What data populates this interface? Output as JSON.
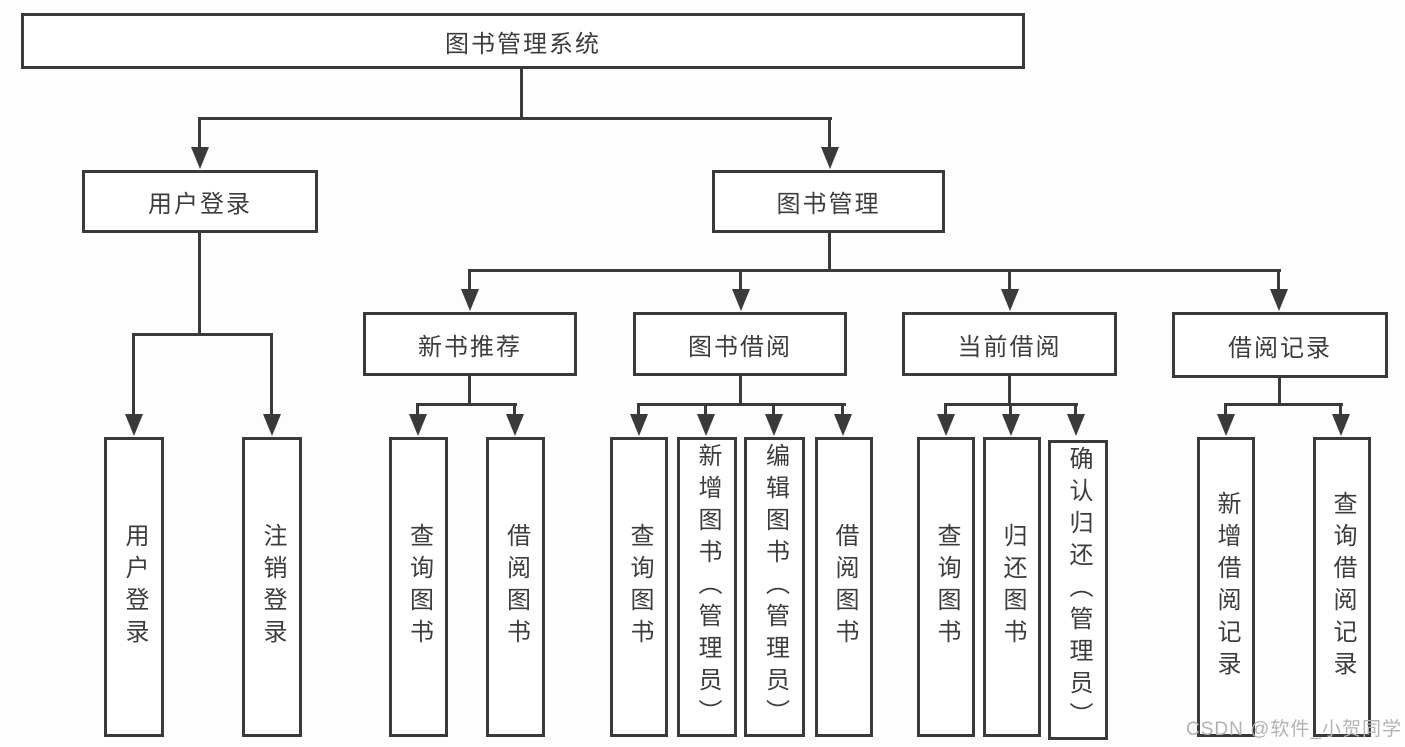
{
  "diagram": {
    "root": {
      "label": "图书管理系统",
      "children": [
        {
          "label": "用户登录",
          "children": [
            {
              "label": "用户登录"
            },
            {
              "label": "注销登录"
            }
          ]
        },
        {
          "label": "图书管理",
          "children": [
            {
              "label": "新书推荐",
              "children": [
                {
                  "label": "查询图书"
                },
                {
                  "label": "借阅图书"
                }
              ]
            },
            {
              "label": "图书借阅",
              "children": [
                {
                  "label": "查询图书"
                },
                {
                  "label": "新增图书（管理员）"
                },
                {
                  "label": "编辑图书（管理员）"
                },
                {
                  "label": "借阅图书"
                }
              ]
            },
            {
              "label": "当前借阅",
              "children": [
                {
                  "label": "查询图书"
                },
                {
                  "label": "归还图书"
                },
                {
                  "label": "确认归还（管理员）"
                }
              ]
            },
            {
              "label": "借阅记录",
              "children": [
                {
                  "label": "新增借阅记录"
                },
                {
                  "label": "查询借阅记录"
                }
              ]
            }
          ]
        }
      ]
    }
  },
  "watermark": {
    "text": "CSDN @软件_小贺同学"
  },
  "colors": {
    "line": "#3a3a3a",
    "text": "#3d3d3d",
    "watermark": "#b3b3b3",
    "background": "#fdfdfd"
  }
}
